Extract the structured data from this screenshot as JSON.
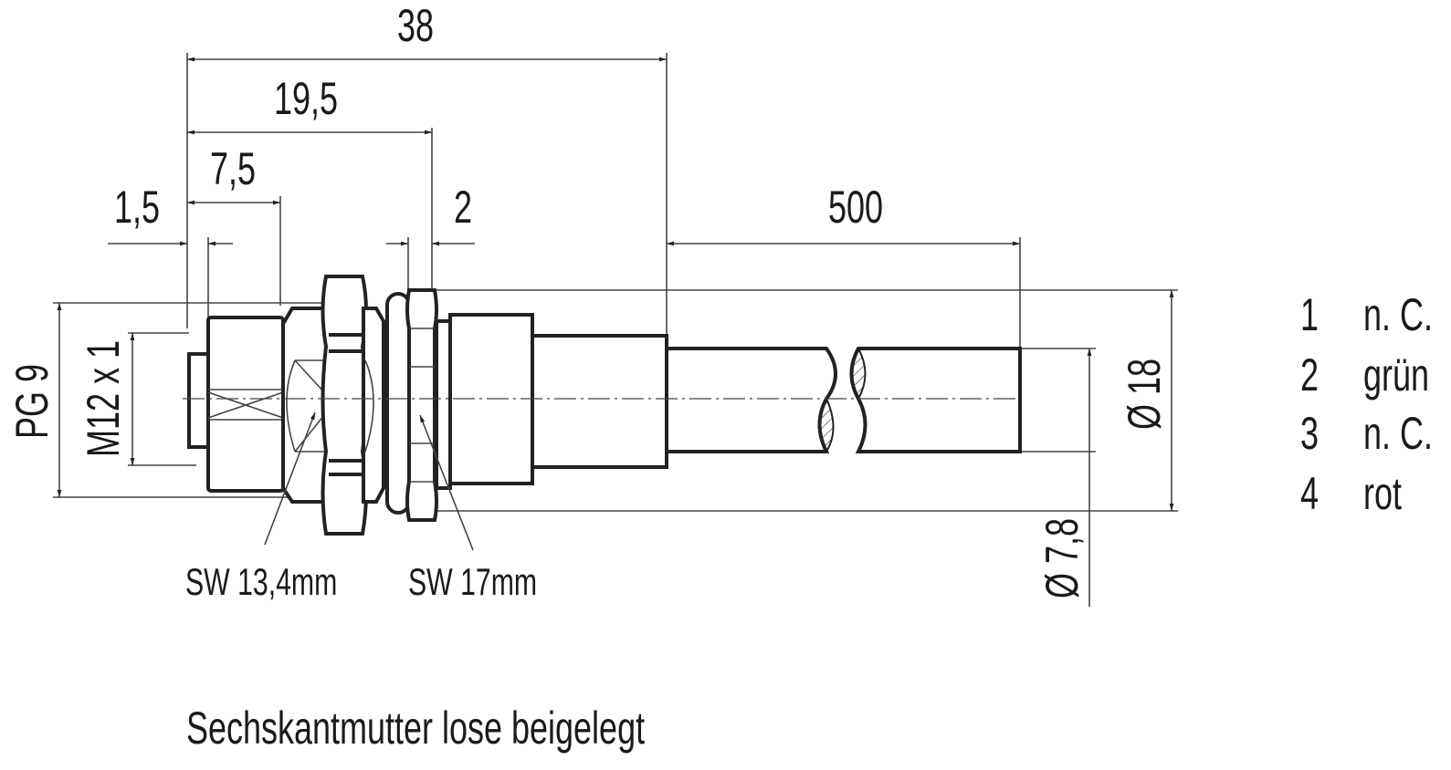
{
  "dimensions": {
    "overall_length": "38",
    "length_to_nut": "19,5",
    "length_body": "7,5",
    "front_offset": "1,5",
    "nut_thickness": "2",
    "cable_length": "500",
    "thread_pg": "PG 9",
    "thread_m12": "M12 x 1",
    "outer_diameter": "Ø 18",
    "cable_diameter": "Ø 7,8"
  },
  "labels": {
    "wrench_small": "SW 13,4mm",
    "wrench_large": "SW 17mm",
    "note": "Sechskantmutter lose beigelegt"
  },
  "pinout": [
    {
      "pin": "1",
      "wire": "n. C."
    },
    {
      "pin": "2",
      "wire": "grün"
    },
    {
      "pin": "3",
      "wire": "n. C."
    },
    {
      "pin": "4",
      "wire": "rot"
    }
  ]
}
